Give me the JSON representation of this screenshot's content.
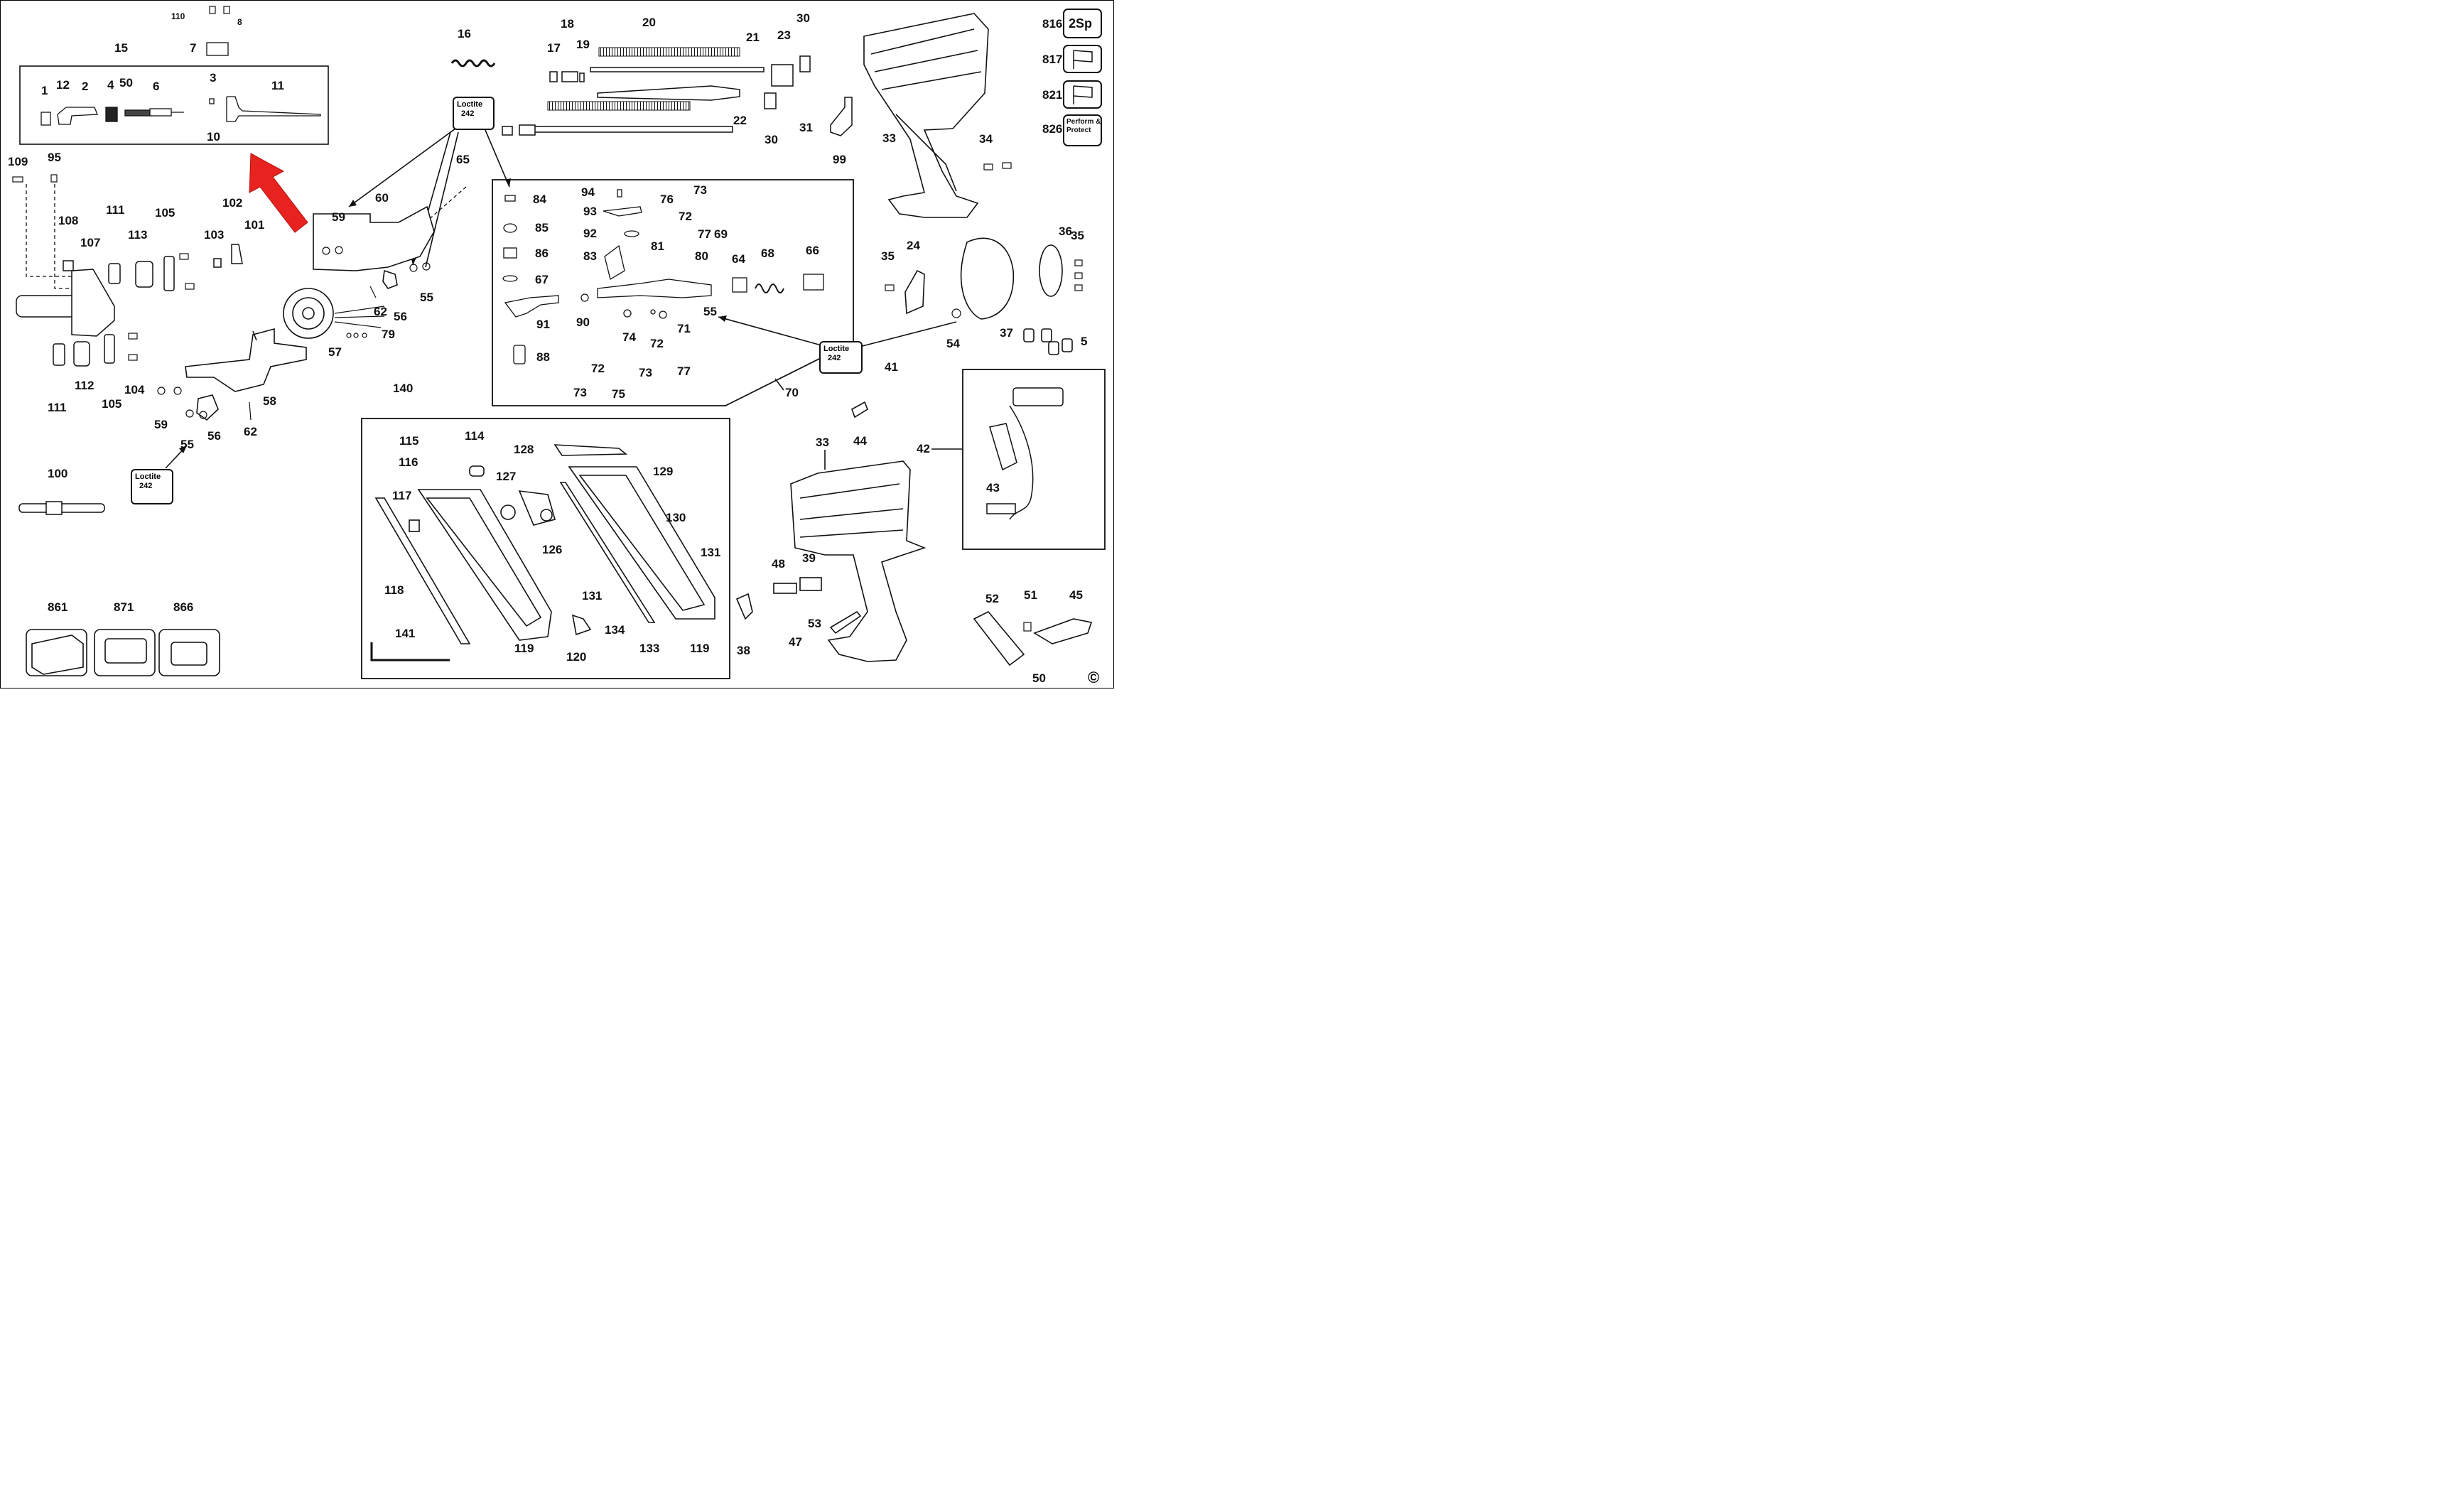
{
  "diagram": {
    "part_labels": [
      "110",
      "8",
      "7",
      "15",
      "1",
      "12",
      "2",
      "4",
      "50",
      "6",
      "3",
      "11",
      "10",
      "16",
      "18",
      "19",
      "17",
      "20",
      "21",
      "23",
      "30",
      "22",
      "30",
      "31",
      "99",
      "816",
      "817",
      "821",
      "826",
      "33",
      "34",
      "109",
      "95",
      "108",
      "111",
      "107",
      "113",
      "105",
      "102",
      "101",
      "103",
      "60",
      "59",
      "65",
      "55",
      "62",
      "56",
      "57",
      "79",
      "104",
      "111",
      "112",
      "105",
      "58",
      "59",
      "55",
      "56",
      "62",
      "84",
      "94",
      "73",
      "76",
      "93",
      "72",
      "92",
      "77",
      "85",
      "86",
      "83",
      "81",
      "69",
      "80",
      "64",
      "68",
      "66",
      "67",
      "55",
      "91",
      "90",
      "74",
      "72",
      "71",
      "77",
      "73",
      "88",
      "72",
      "73",
      "75",
      "70",
      "35",
      "24",
      "36",
      "35",
      "54",
      "37",
      "5",
      "41",
      "44",
      "42",
      "43",
      "140",
      "115",
      "114",
      "116",
      "128",
      "127",
      "117",
      "129",
      "130",
      "126",
      "131",
      "118",
      "131",
      "134",
      "141",
      "119",
      "120",
      "133",
      "119",
      "38",
      "33",
      "48",
      "39",
      "47",
      "53",
      "51",
      "52",
      "45",
      "50",
      "100",
      "861",
      "871",
      "866"
    ],
    "loctite_notes": [
      {
        "brand": "Loctite",
        "code": "242"
      },
      {
        "brand": "Loctite",
        "code": "242"
      },
      {
        "brand": "Loctite",
        "code": "242"
      }
    ],
    "service_icons": [
      {
        "label": "2Sp",
        "icon": "spare-part-kit-icon"
      },
      {
        "label": "",
        "icon": "flag-icon"
      },
      {
        "label": "",
        "icon": "flag-icon"
      },
      {
        "label": "Perform & Protect",
        "icon": "perform-protect-icon"
      }
    ],
    "copyright_symbol": "©",
    "accent_color": "#e8231f"
  }
}
